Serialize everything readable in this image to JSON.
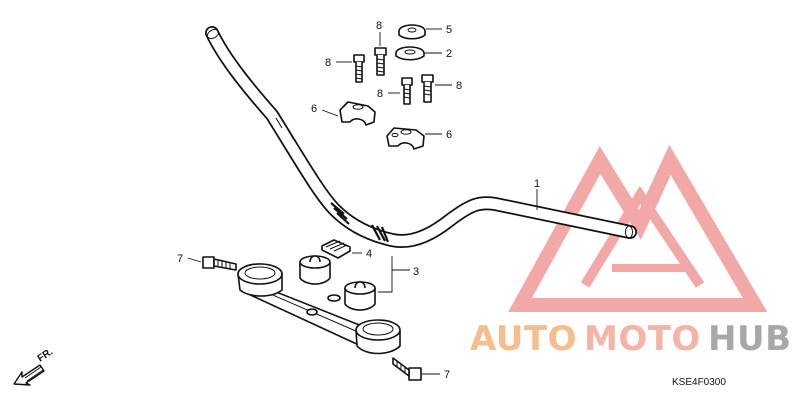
{
  "callouts": {
    "c1": "1",
    "c2": "2",
    "c3": "3",
    "c4": "4",
    "c5": "5",
    "c6a": "6",
    "c6b": "6",
    "c7a": "7",
    "c7b": "7",
    "c8a": "8",
    "c8b": "8",
    "c8c": "8",
    "c8d": "8"
  },
  "diagram_code": "KSE4F0300",
  "direction_label": "FR.",
  "watermark": {
    "text_part1": "AUTO",
    "text_part2": "MOTO",
    "text_part3": "HUB",
    "color_orange": "#f5b27a",
    "color_salmon": "#f5a898",
    "color_gray": "#9a9a9a"
  }
}
